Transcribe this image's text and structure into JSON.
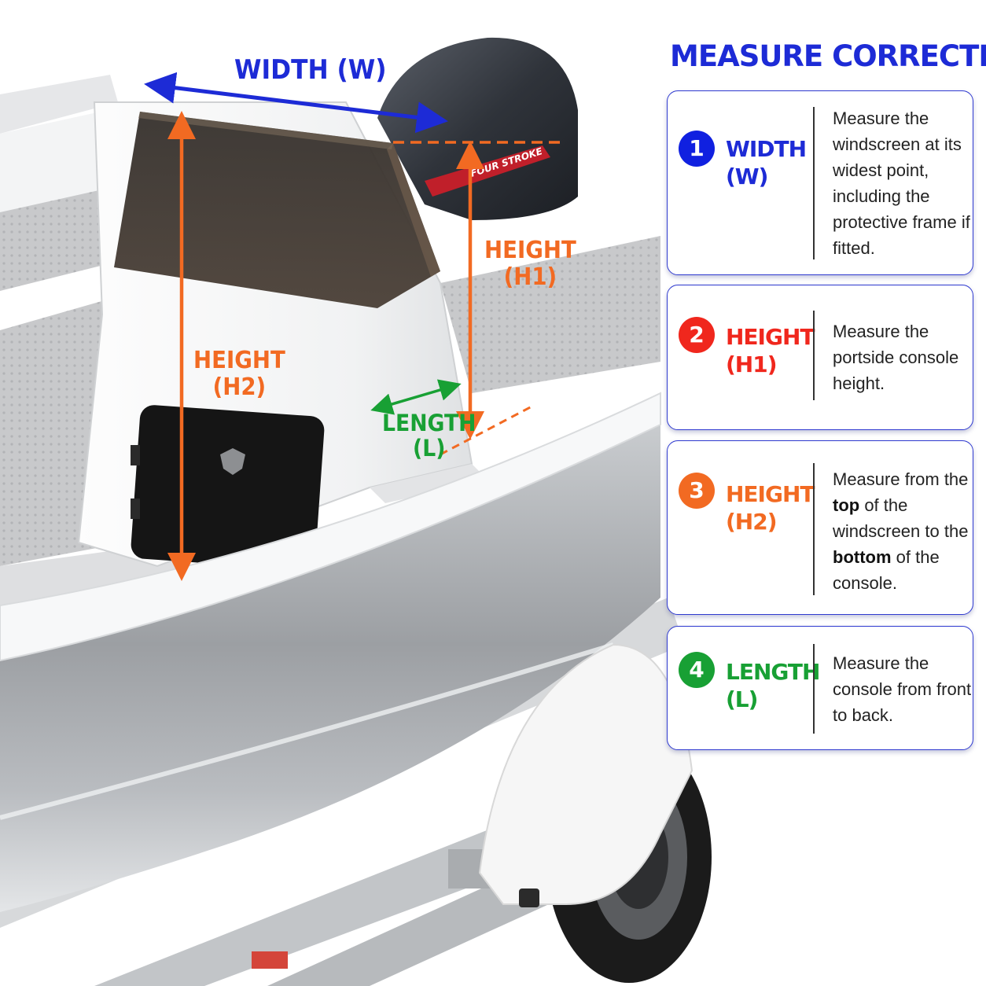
{
  "panel": {
    "title": "MEASURE CORRECTLY",
    "title_color": "#1d2bd6",
    "cards": [
      {
        "number": "1",
        "badge_color": "#1020e0",
        "term_lines": [
          "WIDTH",
          "(W)"
        ],
        "term_color": "#1d2bd6",
        "description_parts": [
          {
            "text": "Measure the windscreen at its widest point, including the protective frame if fitted.",
            "bold": false
          }
        ]
      },
      {
        "number": "2",
        "badge_color": "#f0271d",
        "term_lines": [
          "HEIGHT",
          "(H1)"
        ],
        "term_color": "#f0271d",
        "description_parts": [
          {
            "text": "Measure the portside console height.",
            "bold": false
          }
        ]
      },
      {
        "number": "3",
        "badge_color": "#f26a22",
        "term_lines": [
          "HEIGHT",
          "(H2)"
        ],
        "term_color": "#f26a22",
        "description_parts": [
          {
            "text": "Measure from the ",
            "bold": false
          },
          {
            "text": "top",
            "bold": true
          },
          {
            "text": " of the windscreen to the ",
            "bold": false
          },
          {
            "text": "bottom",
            "bold": true
          },
          {
            "text": " of the console.",
            "bold": false
          }
        ]
      },
      {
        "number": "4",
        "badge_color": "#18a034",
        "term_lines": [
          "LENGTH",
          "(L)"
        ],
        "term_color": "#18a034",
        "description_parts": [
          {
            "text": "Measure the console from front to back.",
            "bold": false
          }
        ]
      }
    ]
  },
  "diagram": {
    "width_label": "WIDTH (W)",
    "width_color": "#1d2bd6",
    "h1_lines": [
      "HEIGHT",
      "(H1)"
    ],
    "h1_color": "#f26a22",
    "h2_lines": [
      "HEIGHT",
      "(H2)"
    ],
    "h2_color": "#f26a22",
    "length_lines": [
      "LENGTH",
      "(L)"
    ],
    "length_color": "#18a034",
    "engine_decal": "FOUR STROKE"
  }
}
